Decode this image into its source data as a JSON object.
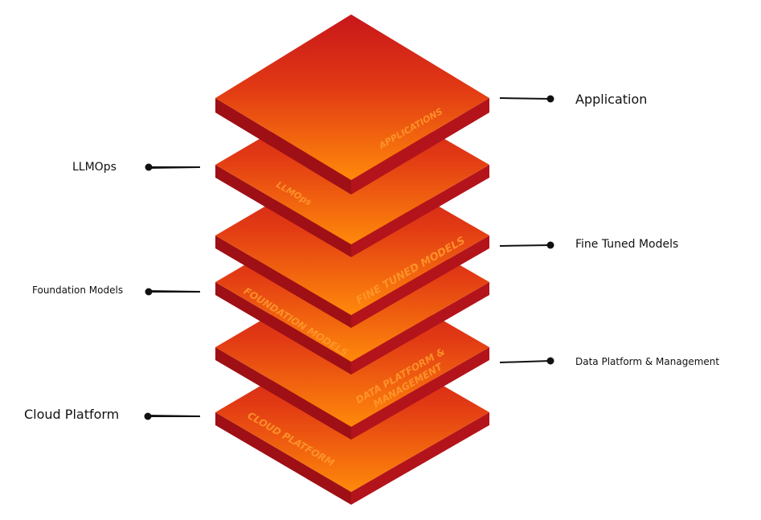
{
  "colors": {
    "layer_dark": "#c8161a",
    "layer_light": "#ff8a0a",
    "side_left": "#9e1015",
    "side_right": "#b3141b",
    "connector": "#111111",
    "text_dark": "#111111",
    "layer_text": "#ff9a2e"
  },
  "layers": [
    {
      "key": "cloud",
      "text": [
        "CLOUD PLATFORM"
      ]
    },
    {
      "key": "data",
      "text": [
        "DATA PLATFORM &",
        "MANAGEMENT"
      ]
    },
    {
      "key": "foundation",
      "text": [
        "FOUNDATION MODELS"
      ]
    },
    {
      "key": "finetuned",
      "text": [
        "FINE TUNED MODELS"
      ]
    },
    {
      "key": "llmops",
      "text": [
        "LLMOps"
      ]
    },
    {
      "key": "applications",
      "text": [
        "APPLICATIONS"
      ]
    }
  ],
  "labels": {
    "application": "Application",
    "llmops": "LLMOps",
    "fine_tuned": "Fine Tuned Models",
    "foundation": "Foundation Models",
    "data_platform": "Data Platform & Management",
    "cloud_platform": "Cloud Platform"
  }
}
